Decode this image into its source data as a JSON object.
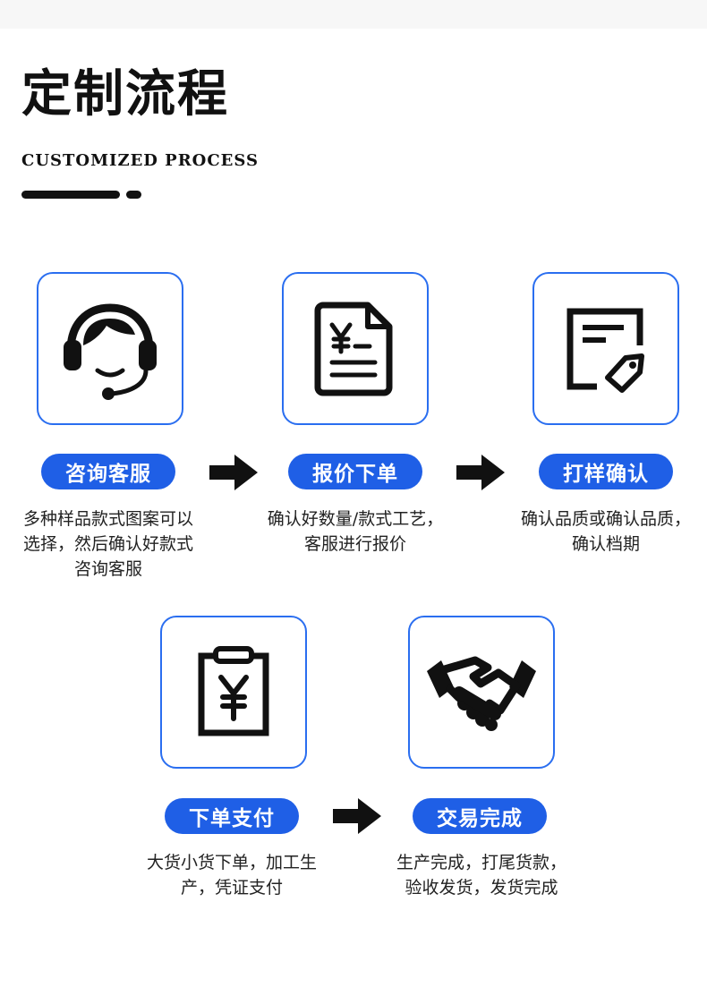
{
  "header": {
    "title": "定制流程",
    "subtitle": "CUSTOMIZED PROCESS"
  },
  "steps": [
    {
      "label": "咨询客服",
      "desc": "多种样品款式图案可以选择，然后确认好款式咨询客服",
      "icon": "customer-service-headset-icon"
    },
    {
      "label": "报价下单",
      "desc": "确认好数量/款式工艺，客服进行报价",
      "icon": "yen-quote-document-icon"
    },
    {
      "label": "打样确认",
      "desc": "确认品质或确认品质，确认档期",
      "icon": "sample-tag-document-icon"
    },
    {
      "label": "下单支付",
      "desc": "大货小货下单，加工生产，凭证支付",
      "icon": "yen-clipboard-icon"
    },
    {
      "label": "交易完成",
      "desc": "生产完成，打尾货款，验收发货，发货完成",
      "icon": "handshake-icon"
    }
  ],
  "colors": {
    "accent": "#1f5fe6",
    "card_border": "#2a6ef0",
    "text": "#222222"
  }
}
